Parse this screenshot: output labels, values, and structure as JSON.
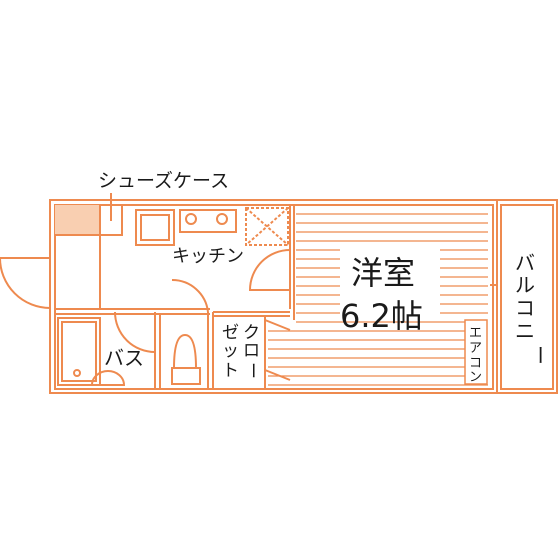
{
  "colors": {
    "wall": "#ee8a4f",
    "accent_fill": "#f9cfb1",
    "background": "#ffffff",
    "text": "#1a1a1a"
  },
  "labels": {
    "shoe_case": "シューズケース",
    "kitchen": "キッチン",
    "room_name": "洋室",
    "room_size": "6.2帖",
    "bath": "バス",
    "closet_col1": [
      "ク",
      "ロ",
      "ー"
    ],
    "closet_col2": [
      "ゼ",
      "ッ",
      "ト"
    ],
    "aircon": [
      "エ",
      "ア",
      "コ",
      "ン"
    ],
    "balcony": [
      "バ",
      "ル",
      "コ",
      "ニ",
      "ー"
    ]
  }
}
